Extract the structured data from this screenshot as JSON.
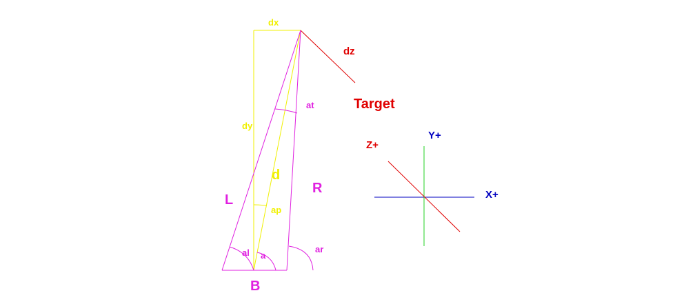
{
  "colors": {
    "magenta": "#e020e0",
    "yellow": "#f0f000",
    "red": "#e00000",
    "blue": "#0000c0",
    "green": "#20d020"
  },
  "labels": {
    "dx": "dx",
    "dz": "dz",
    "target": "Target",
    "at": "at",
    "dy": "dy",
    "d": "d",
    "ap": "ap",
    "L": "L",
    "R": "R",
    "al": "al",
    "a": "a",
    "ar": "ar",
    "B": "B"
  },
  "axes": {
    "x_label": "X+",
    "y_label": "Y+",
    "z_label": "Z+"
  }
}
